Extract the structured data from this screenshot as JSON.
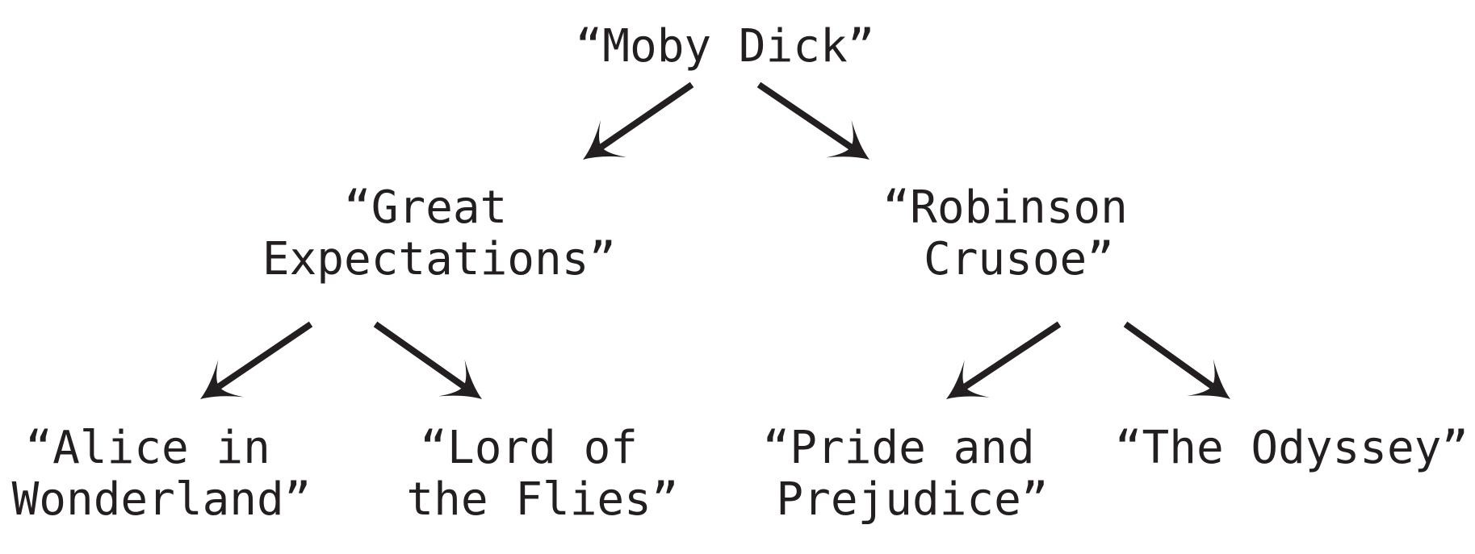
{
  "colors": {
    "ink": "#231f20",
    "background": "#ffffff"
  },
  "nodes": [
    {
      "id": "moby-dick",
      "lines": [
        "“Moby Dick”"
      ]
    },
    {
      "id": "great-expectations",
      "lines": [
        "“Great",
        "Expectations”"
      ]
    },
    {
      "id": "robinson-crusoe",
      "lines": [
        "“Robinson",
        "Crusoe”"
      ]
    },
    {
      "id": "alice-in-wonderland",
      "lines": [
        "“Alice in",
        "Wonderland”"
      ]
    },
    {
      "id": "lord-of-the-flies",
      "lines": [
        "“Lord of",
        "the Flies”"
      ]
    },
    {
      "id": "pride-and-prejudice",
      "lines": [
        "“Pride and",
        "Prejudice”"
      ]
    },
    {
      "id": "the-odyssey",
      "lines": [
        "“The Odyssey”"
      ]
    }
  ],
  "edges": [
    {
      "from": "moby-dick",
      "to": "great-expectations"
    },
    {
      "from": "moby-dick",
      "to": "robinson-crusoe"
    },
    {
      "from": "great-expectations",
      "to": "alice-in-wonderland"
    },
    {
      "from": "great-expectations",
      "to": "lord-of-the-flies"
    },
    {
      "from": "robinson-crusoe",
      "to": "pride-and-prejudice"
    },
    {
      "from": "robinson-crusoe",
      "to": "the-odyssey"
    }
  ]
}
